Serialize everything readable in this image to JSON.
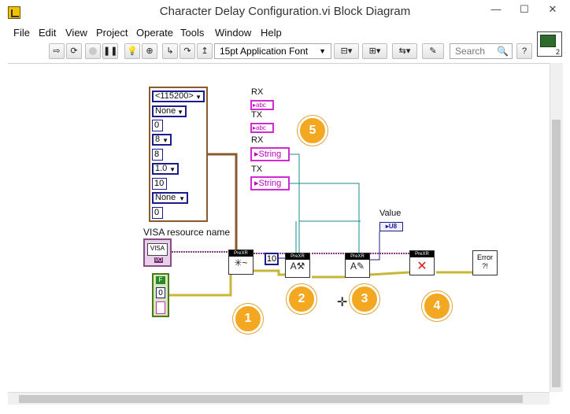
{
  "window": {
    "title": "Character Delay Configuration.vi Block Diagram",
    "minimize_label": "—",
    "maximize_label": "☐",
    "close_label": "✕"
  },
  "menu": [
    "File",
    "Edit",
    "View",
    "Project",
    "Operate",
    "Tools",
    "Window",
    "Help"
  ],
  "toolbar": {
    "font_label": "15pt Application Font",
    "search_placeholder": "Search",
    "conpane_number": "2",
    "icons": [
      "run-arrow-icon",
      "run-continuously-icon",
      "abort-icon",
      "pause-icon",
      "highlight-execution-icon",
      "retain-wire-values-icon",
      "step-into-icon",
      "step-over-icon",
      "step-out-icon",
      "align-icon",
      "distribute-icon",
      "reorder-icon",
      "cleanup-diagram-icon",
      "help-icon"
    ]
  },
  "diagram": {
    "serial_cluster": {
      "items": [
        "<115200>",
        "None",
        "0",
        "8",
        "8",
        "1.0",
        "10",
        "None",
        "0"
      ]
    },
    "visa_label": "VISA resource name",
    "visa_control_text": "VISA",
    "visa_io_text": "I/O",
    "rx_indicator_label": "RX",
    "tx_indicator_label": "TX",
    "indicator_text": "abc",
    "rx_control_label": "RX",
    "tx_control_label": "TX",
    "string_control_text": "String",
    "constant_value": "10",
    "value_label": "Value",
    "u8_text": "U8",
    "error_cluster_top": "F",
    "error_cluster_num": "0",
    "vi_header": "PreXR",
    "error_handler_text": "Error",
    "error_handler_sub": "?!",
    "callouts": [
      "1",
      "2",
      "3",
      "4",
      "5"
    ]
  },
  "colors": {
    "error_wire": "#c6b63a",
    "visa_wire": "#8a3a8a",
    "string_wire": "#ff66cc",
    "teal_wire": "#1b8b8b",
    "cluster_wire": "#8b5a2b",
    "numeric_wire": "#1c1c8c",
    "callout": "#f4a720"
  }
}
